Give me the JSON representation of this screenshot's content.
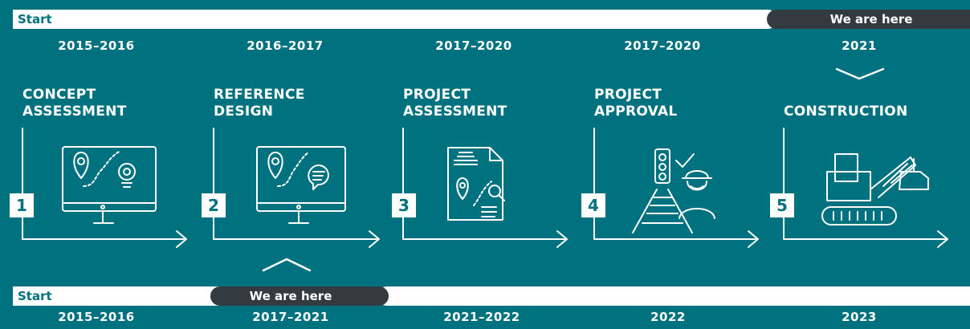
{
  "top_timeline": {
    "start_label": "Start",
    "here_label": "We are here",
    "years": [
      "2015–2016",
      "2016–2017",
      "2017–2020",
      "2017–2020",
      "2021"
    ]
  },
  "steps": [
    {
      "number": "1",
      "title_line1": "CONCEPT",
      "title_line2": "ASSESSMENT",
      "icon": "monitor-map-gear-icon"
    },
    {
      "number": "2",
      "title_line1": "REFERENCE",
      "title_line2": "DESIGN",
      "icon": "monitor-map-chat-icon"
    },
    {
      "number": "3",
      "title_line1": "PROJECT",
      "title_line2": "ASSESSMENT",
      "icon": "document-map-magnifier-icon"
    },
    {
      "number": "4",
      "title_line1": "PROJECT",
      "title_line2": "APPROVAL",
      "icon": "railway-signal-worker-icon"
    },
    {
      "number": "5",
      "title_line1": "",
      "title_line2": "CONSTRUCTION",
      "icon": "crane-excavator-icon"
    }
  ],
  "bottom_timeline": {
    "start_label": "Start",
    "here_label": "We are here",
    "years": [
      "2015–2016",
      "2017–2021",
      "2021–2022",
      "2022",
      "2023"
    ]
  },
  "colors": {
    "background": "#00727f",
    "bar": "#ffffff",
    "here_bar": "#333a40"
  }
}
